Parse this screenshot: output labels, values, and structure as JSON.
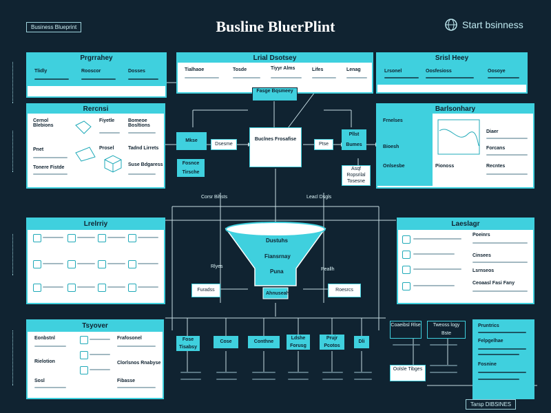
{
  "header": {
    "tag_left": "Business Blueprint",
    "title": "Busline BluerPlint",
    "brand": "Start bsinness",
    "tag_right": "Tarsp DIBSINES"
  },
  "top": {
    "left": {
      "head": "Prgrrahey",
      "cols": [
        "Tlidly",
        "Rooscor",
        "Dosses"
      ]
    },
    "center": {
      "head": "Lrial Dsotsey",
      "cols": [
        "Tialhaoe",
        "Tosde",
        "Tiyyr Alms",
        "Lifes",
        "Lenag"
      ]
    },
    "right": {
      "head": "Srisl Heey",
      "cols": [
        "Lrsonel",
        "Oosfesioss",
        "Oosoye"
      ]
    }
  },
  "panels": {
    "pairs": {
      "head": "Rercnsi",
      "items": [
        "Cernol Blebions",
        "Pnet",
        "Fiyetle",
        "Bomeoe Bosltions",
        "Prosel",
        "Tadnd Lirrets",
        "Suse Bdgaress",
        "Tonere Fistde"
      ]
    },
    "bottom_right": {
      "head": "Barlsonhary",
      "items": [
        "Frnelses",
        "Bioesh",
        "Onlsesbe",
        "Diaer",
        "Forcans",
        "Pionoss",
        "Recntes"
      ]
    },
    "left_mid": {
      "head": "Lrelrriy"
    },
    "right_mid": {
      "head": "Laeslagr",
      "items": [
        "Poeinrs",
        "Cinsees",
        "Lsrnseos",
        "Ceoaasl Fasi Fany"
      ]
    },
    "left_low": {
      "head": "Tsyover",
      "items": [
        "Eonbstnl",
        "Frafosonel",
        "Rielotion",
        "Sosl",
        "Clorlsnos Rnabyse",
        "Fibasse"
      ]
    },
    "right_low": {
      "items": [
        "Pruntrics",
        "Felpgelhae",
        "Fosnine"
      ]
    }
  },
  "center": {
    "under_top": "Fasge Bqsmeey",
    "core": "Buclnes Frosafise",
    "left_node": "Mkse",
    "left_node2": "Dsesme",
    "left_sub": "Fosnce Tirsche",
    "right_node": "Ptse",
    "right_node2": "Pllst Bumes",
    "right_sub": "Asqf Ropsrilal Tosesne",
    "label_left": "Corsr Bihsts",
    "label_right": "Leacl Dsgls",
    "funnel_top": "Dustuhs",
    "funnel_mid": "Fiansrnay",
    "funnel_low": "Puna",
    "funnel_base": "Ahnuseah",
    "funnel_left": "Rlyes",
    "funnel_right": "Peallh",
    "side_left": "Furadss",
    "side_right": "Roesrcs",
    "flow": [
      "Fose Tisabsy",
      "Cose",
      "Conthne",
      "Ldshe Forusg",
      "Prujr Pcotos",
      "Dli"
    ],
    "flow_right": [
      "Coaeibsl Rlse",
      "Tweoss logy Bste",
      "Oolsle Tibges"
    ]
  },
  "colors": {
    "bg": "#102331",
    "accent": "#3fd0de",
    "panel": "#ffffff"
  }
}
